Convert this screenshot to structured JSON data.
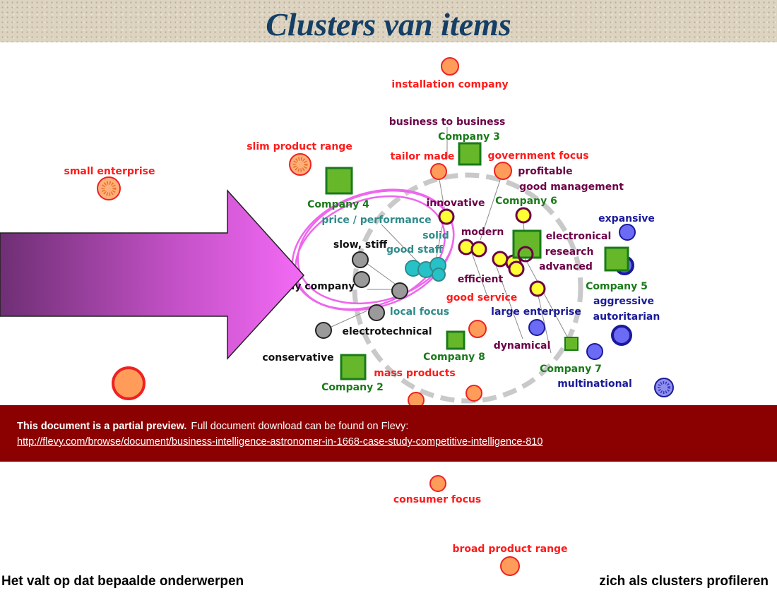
{
  "title": "Clusters van items",
  "colors": {
    "attribute_red": "#ff1a1a",
    "attribute_purple": "#6b0046",
    "attribute_teal": "#2e8b8b",
    "attribute_blue": "#1a1a99",
    "company_green": "#1a7a1a",
    "banner": "#8b0000"
  },
  "labels": {
    "installation_company": "installation company",
    "business_to_business": "business to business",
    "company3": "Company 3",
    "slim_product_range": "slim product range",
    "tailor_made": "tailor made",
    "government_focus": "government focus",
    "profitable": "profitable",
    "good_management": "good management",
    "small_enterprise": "small enterprise",
    "company4": "Company 4",
    "innovative": "innovative",
    "company6": "Company 6",
    "price_performance": "price / performance",
    "expansive": "expansive",
    "solid": "solid",
    "modern": "modern",
    "electronical": "electronical",
    "slow_stiff": "slow, stiff",
    "good_staff": "good staff",
    "research": "research",
    "advanced": "advanced",
    "efficient": "efficient",
    "family_company": "family company",
    "company5": "Company 5",
    "good_service": "good service",
    "aggressive": "aggressive",
    "local_focus": "local focus",
    "large_enterprise": "large enterprise",
    "autoritarian": "autoritarian",
    "electrotechnical": "electrotechnical",
    "dynamical": "dynamical",
    "conservative": "conservative",
    "company8": "Company 8",
    "company7": "Company 7",
    "mass_products": "mass products",
    "multinational": "multinational",
    "company2": "Company 2",
    "consumer_focus": "consumer focus",
    "broad_product_range": "broad product range"
  },
  "banner": {
    "bold": "This document is a partial preview.",
    "text": "Full document download can be found on Flevy:",
    "link": "http://flevy.com/browse/document/business-intelligence-astronomer-in-1668-case-study-competitive-intelligence-810"
  },
  "footer": {
    "left": "Het valt op dat bepaalde onderwerpen",
    "right": "zich als clusters profileren"
  }
}
